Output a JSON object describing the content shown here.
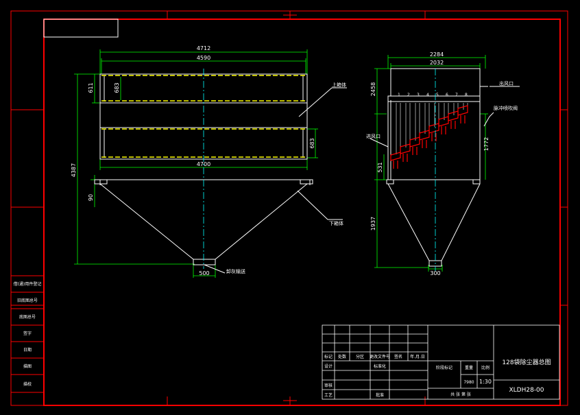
{
  "drawing": {
    "front_view": {
      "dims": {
        "overall_width": "4712",
        "inner_width": "4590",
        "bottom_width": "4700",
        "top_section_height": "611",
        "top_inner_height": "683",
        "middle_height": "683",
        "total_height": "4387",
        "leg_height": "90",
        "outlet_width": "500"
      },
      "labels": {
        "upper_box": "上箱体",
        "lower_box": "下箱体",
        "ash_outlet": "卸灰输送"
      }
    },
    "side_view": {
      "dims": {
        "overall_width": "2284",
        "inner_width": "2032",
        "top_height": "2458",
        "bag_height": "1772",
        "bottom_offset": "531",
        "hopper_height": "1937",
        "outlet_width": "300"
      },
      "labels": {
        "outlet": "出风口",
        "inlet": "进风口",
        "pulse_valve": "脉冲喷吹阀",
        "tube_numbers": [
          "1",
          "2",
          "3",
          "4",
          "5",
          "6",
          "7",
          "8"
        ]
      }
    },
    "title_block": {
      "row_headers": [
        "标记",
        "处数",
        "分区",
        "更改文件号",
        "签名",
        "年.月.日"
      ],
      "left_rows": [
        "设计",
        "审核",
        "工艺"
      ],
      "mid_rows": [
        "标准化",
        "批准"
      ],
      "stage_label": "阶段标记",
      "weight_label": "重量",
      "scale_label": "比例",
      "weight_value": "7980",
      "scale_value": "1:30",
      "sheet_text": "共 张 第 张",
      "title": "128袋除尘器总图",
      "drawing_no": "XLDH28-00"
    },
    "side_table": [
      "借(通)用件登记",
      "旧底图总号",
      "底图总号",
      "签字",
      "日期",
      "描图",
      "描校"
    ],
    "colors": {
      "frame": "#ff0000",
      "dimension": "#00ff00",
      "outline": "#ffffff",
      "dash": "#ffff00",
      "centerline": "#00ffff",
      "bags": "#ff0000"
    }
  }
}
